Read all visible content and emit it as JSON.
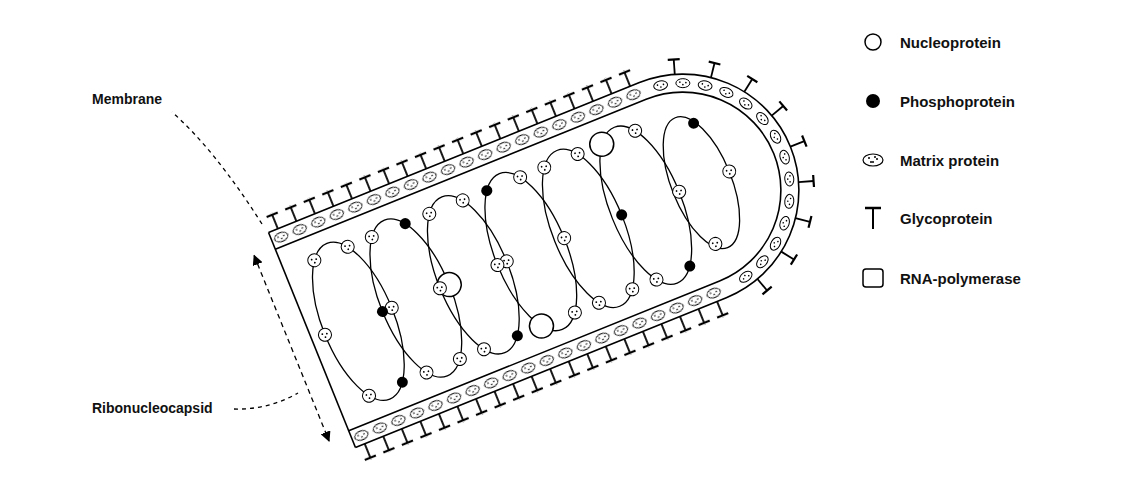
{
  "diagram": {
    "labels": [
      "Membrane",
      "Ribonucleocapsid"
    ],
    "legend": [
      {
        "text": "Nucleoprotein"
      },
      {
        "text": "Phosphoprotein"
      },
      {
        "text": "Matrix protein"
      },
      {
        "text": "Glycoprotein"
      },
      {
        "text": "RNA-polymerase"
      }
    ]
  }
}
